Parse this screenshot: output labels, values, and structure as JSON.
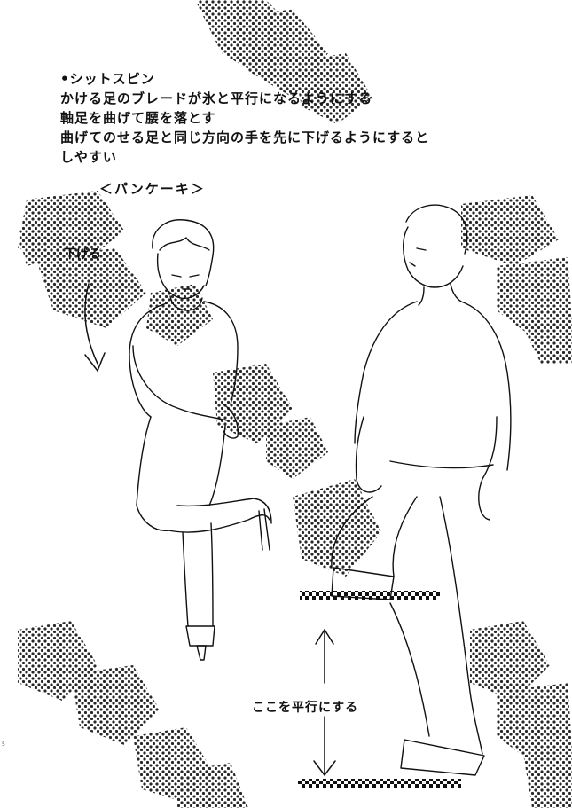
{
  "instructions": {
    "heading": "•シットスピン",
    "line1": "かける足のブレードが氷と平行になるようにする",
    "line2": "軸足を曲げて腰を落とす",
    "line3": "曲げてのせる足と同じ方向の手を先に下げるようにすると",
    "line4": "しやすい"
  },
  "labels": {
    "pancake": "＜パンケーキ＞",
    "lower": "下げる",
    "parallel": "ここを平行にする"
  },
  "page_number": "5",
  "colors": {
    "ink": "#111111",
    "background": "#ffffff"
  },
  "icons": {
    "down_arrow": "curved-down-arrow-icon",
    "double_arrow": "vertical-double-arrow-icon"
  }
}
